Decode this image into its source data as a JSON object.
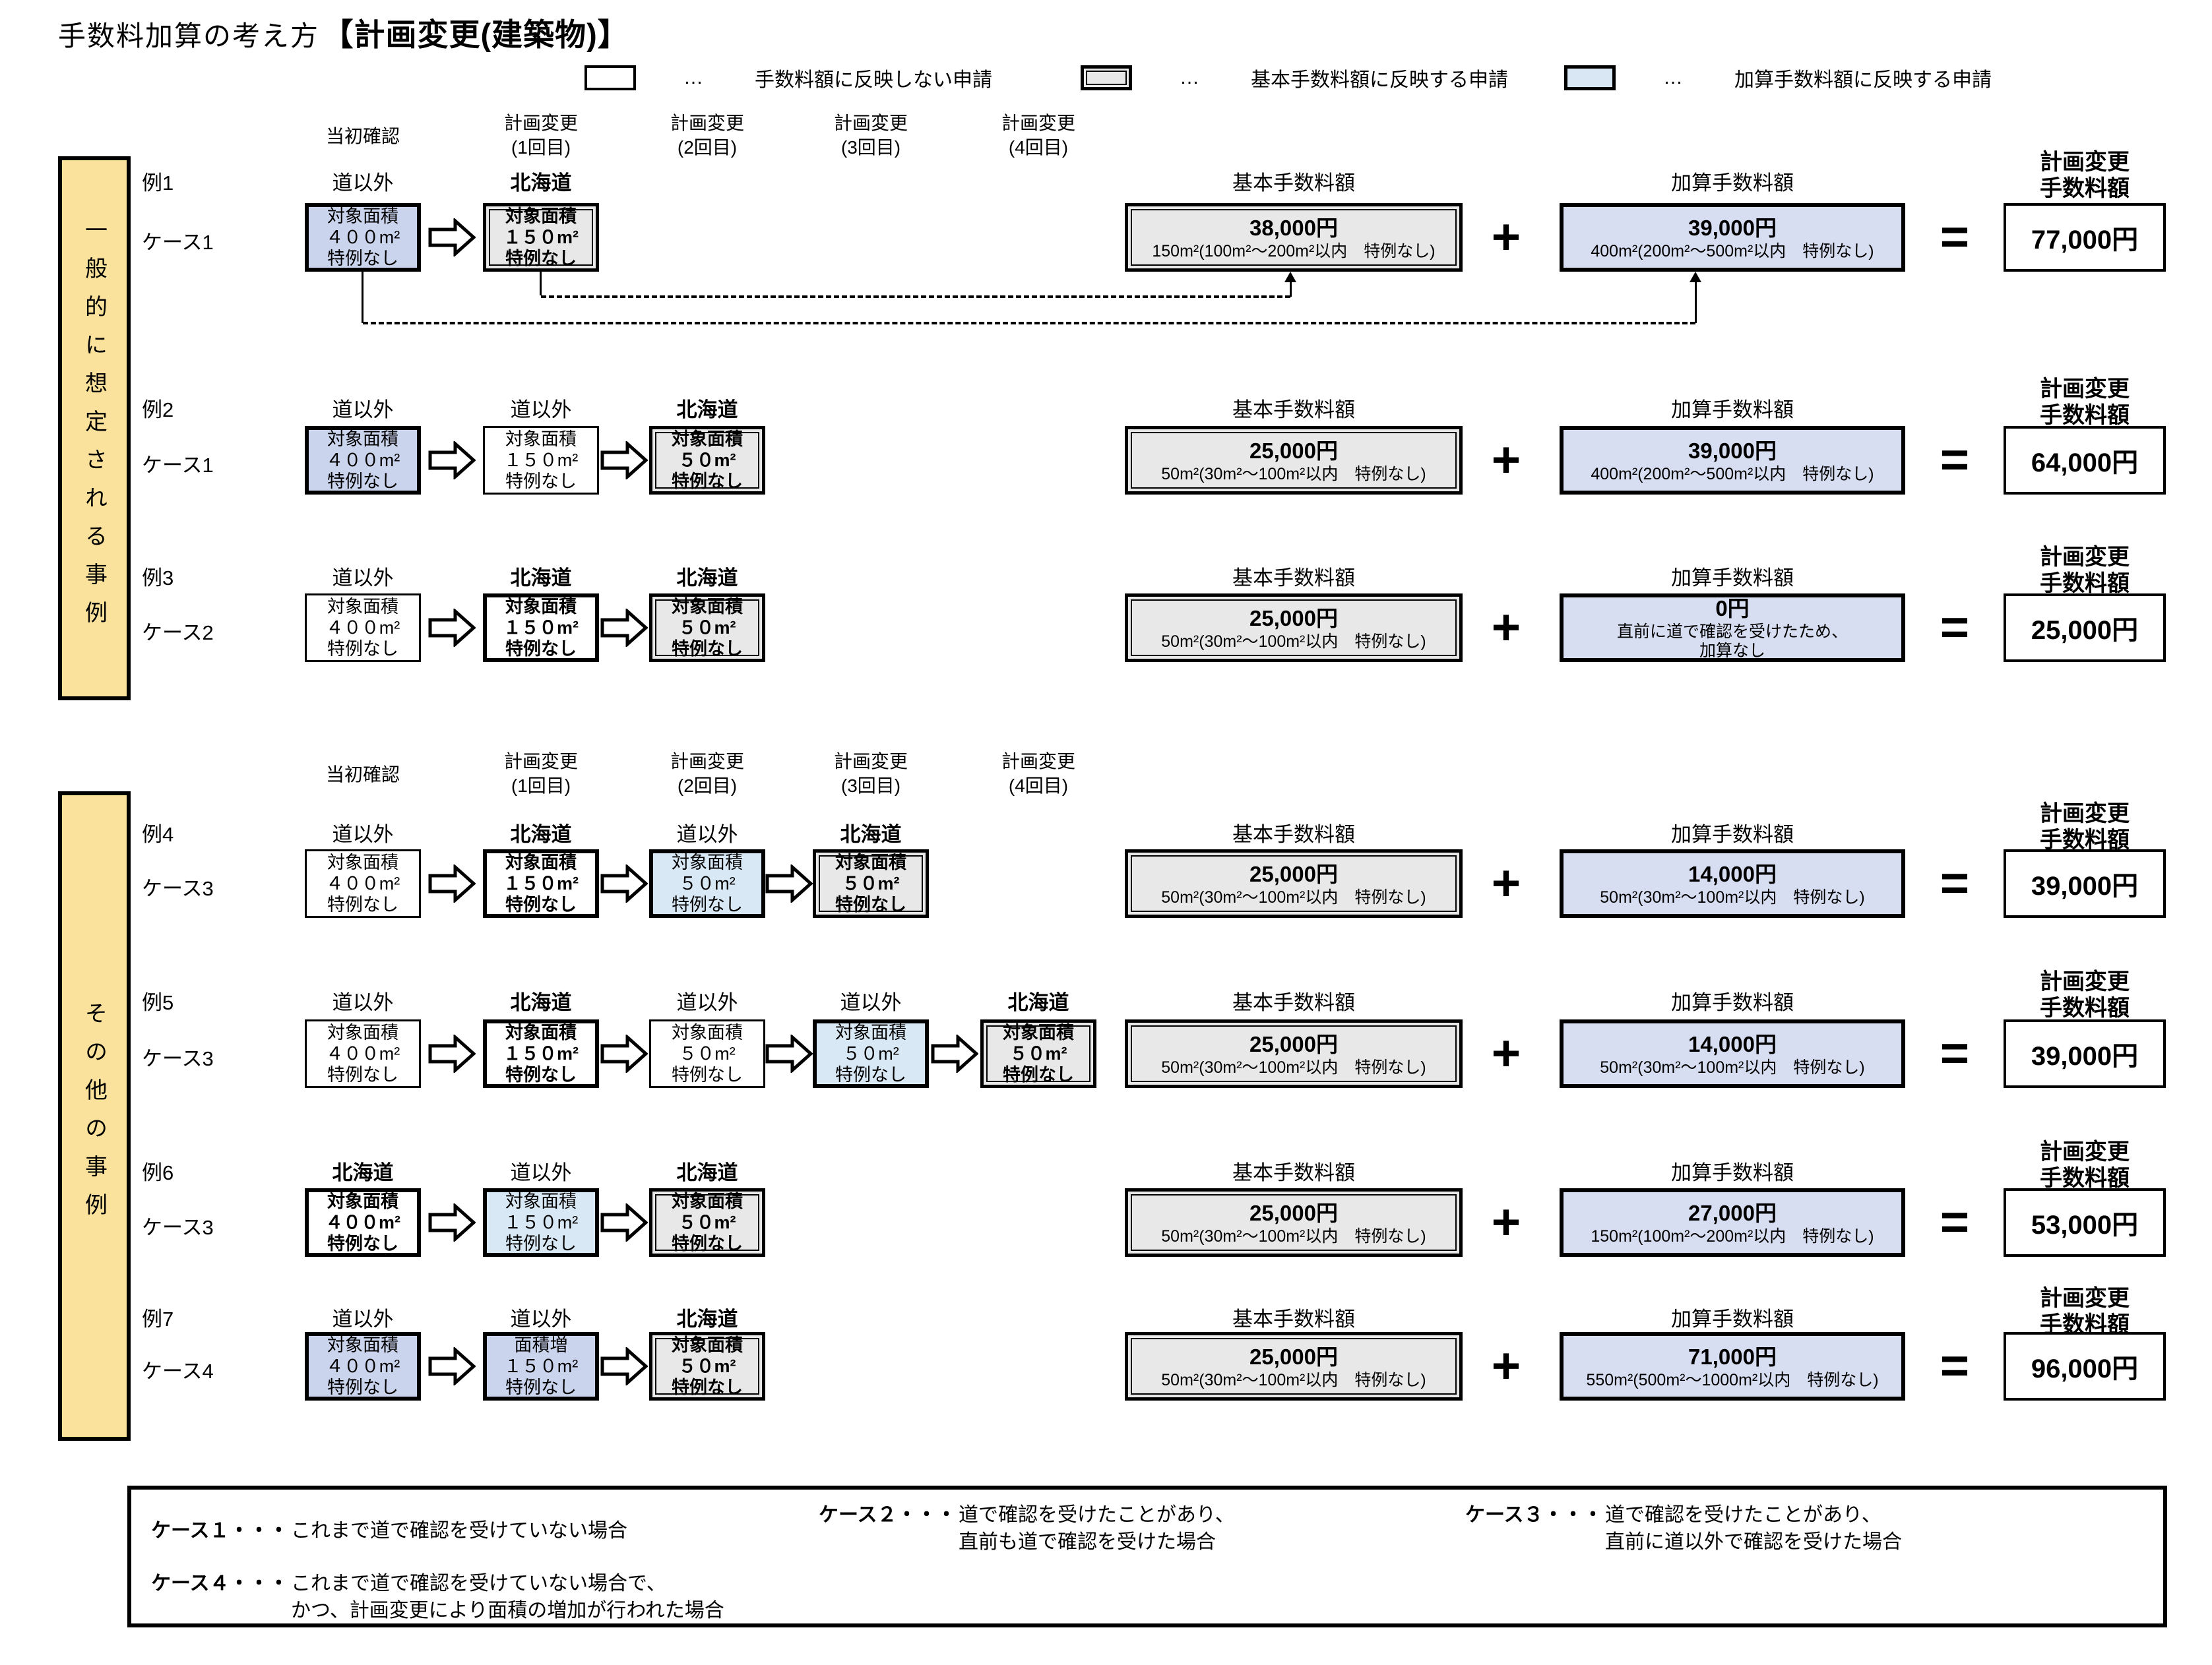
{
  "title": {
    "text": "手数料加算の考え方",
    "bracket": "【計画変更(建築物)】"
  },
  "legend": {
    "dots": "…",
    "items": [
      {
        "style": "white",
        "label": "手数料額に反映しない申請"
      },
      {
        "style": "gray",
        "label": "基本手数料額に反映する申請"
      },
      {
        "style": "blue",
        "label": "加算手数料額に反映する申請"
      }
    ]
  },
  "column_headers": [
    {
      "line1": "当初確認",
      "line2": ""
    },
    {
      "line1": "計画変更",
      "line2": "(1回目)"
    },
    {
      "line1": "計画変更",
      "line2": "(2回目)"
    },
    {
      "line1": "計画変更",
      "line2": "(3回目)"
    },
    {
      "line1": "計画変更",
      "line2": "(4回目)"
    }
  ],
  "fee_headers": {
    "basic": "基本手数料額",
    "add": "加算手数料額",
    "total_line1": "計画変更",
    "total_line2": "手数料額",
    "plus": "+",
    "equals": "="
  },
  "sections": [
    {
      "side_label": "一般的に想定される事例",
      "rows": [
        {
          "example": "例1",
          "case_label": "ケース1",
          "dashed": true,
          "steps": [
            {
              "region": "道以外",
              "region_bold": false,
              "style": "blue1",
              "lines": [
                "対象面積",
                "４００m²",
                "特例なし"
              ]
            },
            {
              "region": "北海道",
              "region_bold": true,
              "style": "gray",
              "lines": [
                "対象面積",
                "１５０m²",
                "特例なし"
              ]
            }
          ],
          "basic": {
            "amount": "38,000円",
            "detail": "150m²(100m²～200m²以内　特例なし)"
          },
          "add": {
            "amount": "39,000円",
            "detail": "400m²(200m²～500m²以内　特例なし)"
          },
          "total": "77,000円"
        },
        {
          "example": "例2",
          "case_label": "ケース1",
          "dashed": false,
          "steps": [
            {
              "region": "道以外",
              "region_bold": false,
              "style": "blue1",
              "lines": [
                "対象面積",
                "４００m²",
                "特例なし"
              ]
            },
            {
              "region": "道以外",
              "region_bold": false,
              "style": "white",
              "lines": [
                "対象面積",
                "１５０m²",
                "特例なし"
              ]
            },
            {
              "region": "北海道",
              "region_bold": true,
              "style": "gray",
              "lines": [
                "対象面積",
                "５０m²",
                "特例なし"
              ]
            }
          ],
          "basic": {
            "amount": "25,000円",
            "detail": "50m²(30m²～100m²以内　特例なし)"
          },
          "add": {
            "amount": "39,000円",
            "detail": "400m²(200m²～500m²以内　特例なし)"
          },
          "total": "64,000円"
        },
        {
          "example": "例3",
          "case_label": "ケース2",
          "dashed": false,
          "steps": [
            {
              "region": "道以外",
              "region_bold": false,
              "style": "white",
              "lines": [
                "対象面積",
                "４００m²",
                "特例なし"
              ]
            },
            {
              "region": "北海道",
              "region_bold": true,
              "style": "white_bold",
              "lines": [
                "対象面積",
                "１５０m²",
                "特例なし"
              ]
            },
            {
              "region": "北海道",
              "region_bold": true,
              "style": "gray",
              "lines": [
                "対象面積",
                "５０m²",
                "特例なし"
              ]
            }
          ],
          "basic": {
            "amount": "25,000円",
            "detail": "50m²(30m²～100m²以内　特例なし)"
          },
          "add": {
            "amount": "0円",
            "detail_lines": [
              "直前に道で確認を受けたため、",
              "加算なし"
            ]
          },
          "total": "25,000円"
        }
      ]
    },
    {
      "side_label": "その他の事例",
      "rows": [
        {
          "example": "例4",
          "case_label": "ケース3",
          "dashed": false,
          "steps": [
            {
              "region": "道以外",
              "region_bold": false,
              "style": "white",
              "lines": [
                "対象面積",
                "４００m²",
                "特例なし"
              ]
            },
            {
              "region": "北海道",
              "region_bold": true,
              "style": "white_bold",
              "lines": [
                "対象面積",
                "１５０m²",
                "特例なし"
              ]
            },
            {
              "region": "道以外",
              "region_bold": false,
              "style": "blue2",
              "lines": [
                "対象面積",
                "５０m²",
                "特例なし"
              ]
            },
            {
              "region": "北海道",
              "region_bold": true,
              "style": "gray",
              "lines": [
                "対象面積",
                "５０m²",
                "特例なし"
              ]
            }
          ],
          "basic": {
            "amount": "25,000円",
            "detail": "50m²(30m²～100m²以内　特例なし)"
          },
          "add": {
            "amount": "14,000円",
            "detail": "50m²(30m²～100m²以内　特例なし)"
          },
          "total": "39,000円"
        },
        {
          "example": "例5",
          "case_label": "ケース3",
          "dashed": false,
          "steps": [
            {
              "region": "道以外",
              "region_bold": false,
              "style": "white",
              "lines": [
                "対象面積",
                "４００m²",
                "特例なし"
              ]
            },
            {
              "region": "北海道",
              "region_bold": true,
              "style": "white_bold",
              "lines": [
                "対象面積",
                "１５０m²",
                "特例なし"
              ]
            },
            {
              "region": "道以外",
              "region_bold": false,
              "style": "white",
              "lines": [
                "対象面積",
                "５０m²",
                "特例なし"
              ]
            },
            {
              "region": "道以外",
              "region_bold": false,
              "style": "blue2",
              "lines": [
                "対象面積",
                "５０m²",
                "特例なし"
              ]
            },
            {
              "region": "北海道",
              "region_bold": true,
              "style": "gray",
              "lines": [
                "対象面積",
                "５０m²",
                "特例なし"
              ]
            }
          ],
          "basic": {
            "amount": "25,000円",
            "detail": "50m²(30m²～100m²以内　特例なし)"
          },
          "add": {
            "amount": "14,000円",
            "detail": "50m²(30m²～100m²以内　特例なし)"
          },
          "total": "39,000円"
        },
        {
          "example": "例6",
          "case_label": "ケース3",
          "dashed": false,
          "steps": [
            {
              "region": "北海道",
              "region_bold": true,
              "style": "white_bold",
              "lines": [
                "対象面積",
                "４００m²",
                "特例なし"
              ]
            },
            {
              "region": "道以外",
              "region_bold": false,
              "style": "blue2",
              "lines": [
                "対象面積",
                "１５０m²",
                "特例なし"
              ]
            },
            {
              "region": "北海道",
              "region_bold": true,
              "style": "gray",
              "lines": [
                "対象面積",
                "５０m²",
                "特例なし"
              ]
            }
          ],
          "basic": {
            "amount": "25,000円",
            "detail": "50m²(30m²～100m²以内　特例なし)"
          },
          "add": {
            "amount": "27,000円",
            "detail": "150m²(100m²～200m²以内　特例なし)"
          },
          "total": "53,000円"
        },
        {
          "example": "例7",
          "case_label": "ケース4",
          "dashed": false,
          "steps": [
            {
              "region": "道以外",
              "region_bold": false,
              "style": "blue1",
              "lines": [
                "対象面積",
                "４００m²",
                "特例なし"
              ]
            },
            {
              "region": "道以外",
              "region_bold": false,
              "style": "blue1",
              "lines": [
                "面積増",
                "１５０m²",
                "特例なし"
              ]
            },
            {
              "region": "北海道",
              "region_bold": true,
              "style": "gray",
              "lines": [
                "対象面積",
                "５０m²",
                "特例なし"
              ]
            }
          ],
          "basic": {
            "amount": "25,000円",
            "detail": "50m²(30m²～100m²以内　特例なし)"
          },
          "add": {
            "amount": "71,000円",
            "detail": "550m²(500m²～1000m²以内　特例なし)"
          },
          "total": "96,000円"
        }
      ]
    }
  ],
  "notes": [
    {
      "label": "ケース１・・・",
      "lines": [
        "これまで道で確認を受けていない場合"
      ]
    },
    {
      "label": "ケース２・・・",
      "lines": [
        "道で確認を受けたことがあり、",
        "直前も道で確認を受けた場合"
      ]
    },
    {
      "label": "ケース３・・・",
      "lines": [
        "道で確認を受けたことがあり、",
        "直前に道以外で確認を受けた場合"
      ]
    },
    {
      "label": "ケース４・・・",
      "lines": [
        "これまで道で確認を受けていない場合で、",
        "かつ、計画変更により面積の増加が行われた場合"
      ]
    }
  ],
  "colors": {
    "sidebar": "#fbe29c",
    "box_blue": "#cbd4ed",
    "box_lightblue": "#d9e8f5",
    "box_gray": "#e8e8e8",
    "fee_add": "#d8def1",
    "legend_blue": "#d9e6f4",
    "border": "#000000"
  }
}
